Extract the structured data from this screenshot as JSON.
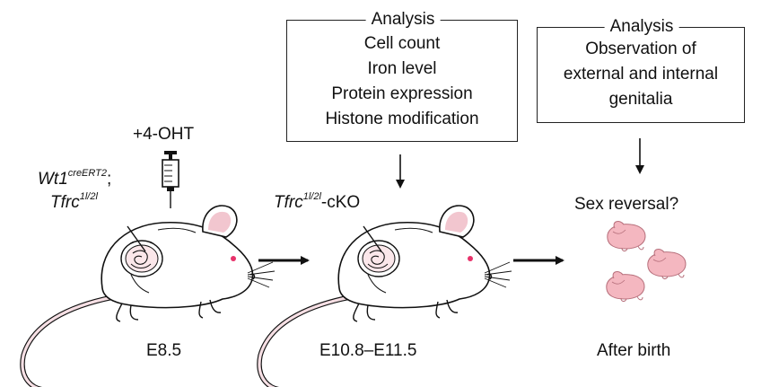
{
  "analysis_box_1": {
    "title": "Analysis",
    "lines": [
      "Cell count",
      "Iron level",
      "Protein expression",
      "Histone modification"
    ]
  },
  "analysis_box_2": {
    "title": "Analysis",
    "lines": [
      "Observation of",
      "external and internal",
      "genitalia"
    ]
  },
  "treatment": "+4-OHT",
  "genotype_start": {
    "gene1": "Wt1",
    "gene1_sup": "creERT2",
    "separator": ";",
    "gene2": "Tfrc",
    "gene2_sup": "1l/2l"
  },
  "genotype_ko": {
    "gene": "Tfrc",
    "sup": "1l/2l",
    "suffix": "-cKO"
  },
  "outcome_question": "Sex reversal?",
  "stages": [
    "E8.5",
    "E10.8–E11.5",
    "After birth"
  ],
  "colors": {
    "mouse_body": "#ffffff",
    "ear_inner": "#f2c6cf",
    "tail": "#f6dfe4",
    "eye": "#e8326a",
    "pup": "#f4b7c0",
    "ink": "#111111"
  }
}
